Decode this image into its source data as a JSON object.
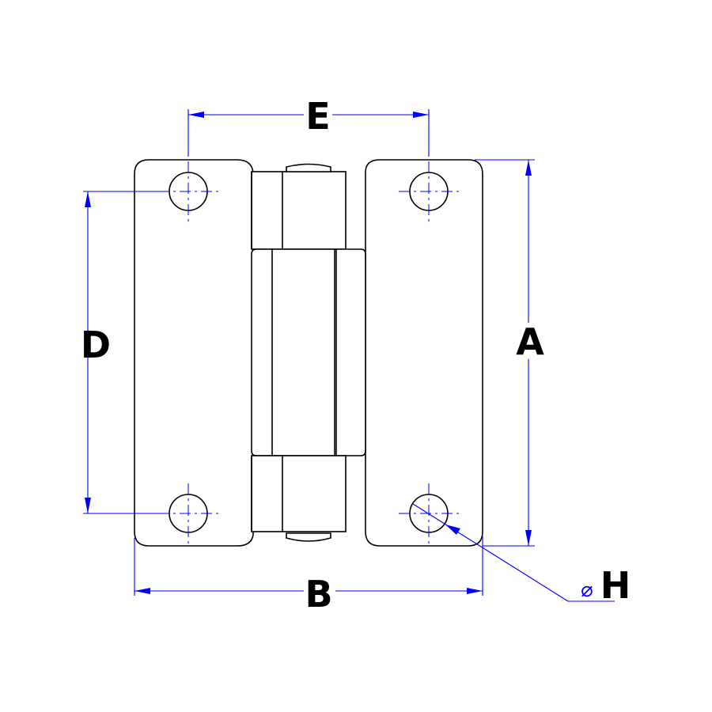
{
  "labels": {
    "A": "A",
    "B": "B",
    "D": "D",
    "E": "E",
    "H": "H",
    "diameter_symbol": "⌀"
  },
  "colors": {
    "dimension": "#0000ff",
    "outline": "#000000"
  }
}
